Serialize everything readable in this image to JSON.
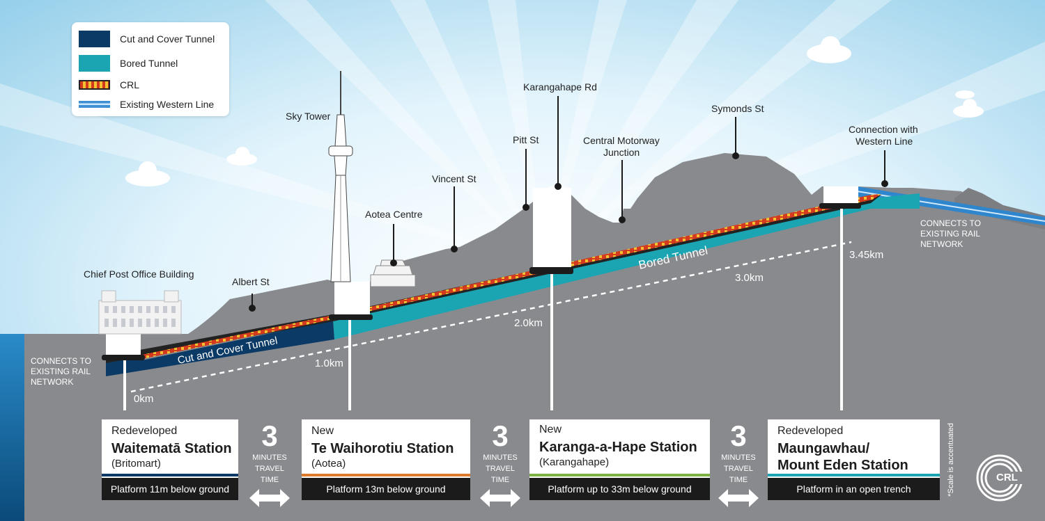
{
  "legend": [
    {
      "label": "Cut and Cover Tunnel",
      "color": "#0c3a66"
    },
    {
      "label": "Bored Tunnel",
      "color": "#1ba5b3"
    },
    {
      "label": "CRL",
      "color": "#e25b22"
    },
    {
      "label": "Existing Western Line",
      "color": "#3f8fd4"
    }
  ],
  "landmarks": {
    "chief_post_office": "Chief Post Office Building",
    "albert_st": "Albert St",
    "sky_tower": "Sky Tower",
    "aotea_centre": "Aotea Centre",
    "vincent_st": "Vincent St",
    "pitt_st": "Pitt St",
    "karangahape_rd": "Karangahape Rd",
    "cmj_line1": "Central Motorway",
    "cmj_line2": "Junction",
    "symonds_st": "Symonds St",
    "conn_line1": "Connection with",
    "conn_line2": "Western Line"
  },
  "tunnel_labels": {
    "cut_cover": "Cut and Cover Tunnel",
    "bored": "Bored Tunnel"
  },
  "distances": [
    "0km",
    "1.0km",
    "2.0km",
    "3.0km",
    "3.45km"
  ],
  "connects_left": [
    "CONNECTS TO",
    "EXISTING RAIL",
    "NETWORK"
  ],
  "connects_right": [
    "CONNECTS TO",
    "EXISTING RAIL",
    "NETWORK"
  ],
  "stations": [
    {
      "kicker": "Redeveloped",
      "name_lines": [
        "Waitematā Station"
      ],
      "sub": "(Britomart)",
      "platform": "Platform 11m below ground",
      "accent": "#0c3a66"
    },
    {
      "kicker": "New",
      "name_lines": [
        "Te Waihorotiu Station"
      ],
      "sub": "(Aotea)",
      "platform": "Platform 13m below ground",
      "accent": "#e07a2c"
    },
    {
      "kicker": "New",
      "name_lines": [
        "Karanga-a-Hape Station"
      ],
      "sub": "(Karangahape)",
      "platform": "Platform up to 33m below ground",
      "accent": "#7cb342"
    },
    {
      "kicker": "Redeveloped",
      "name_lines": [
        "Maungawhau/",
        "Mount Eden Station"
      ],
      "sub": "",
      "platform": "Platform in an open trench",
      "accent": "#1ba5b3"
    }
  ],
  "travel": [
    {
      "number": "3",
      "line1": "MINUTES",
      "line2": "TRAVEL",
      "line3": "TIME"
    },
    {
      "number": "3",
      "line1": "MINUTES",
      "line2": "TRAVEL",
      "line3": "TIME"
    },
    {
      "number": "3",
      "line1": "MINUTES",
      "line2": "TRAVEL",
      "line3": "TIME"
    }
  ],
  "scale_note": "*Scale is accentuated",
  "logo_text": "CRL",
  "colors": {
    "sky": "#dff2fb",
    "ground": "#898a8e",
    "ground_dark": "#7d7e82",
    "cut_cover": "#0c3a66",
    "bored": "#1ba5b3",
    "crl": "#e25b22",
    "sea": "#0e5f94"
  }
}
